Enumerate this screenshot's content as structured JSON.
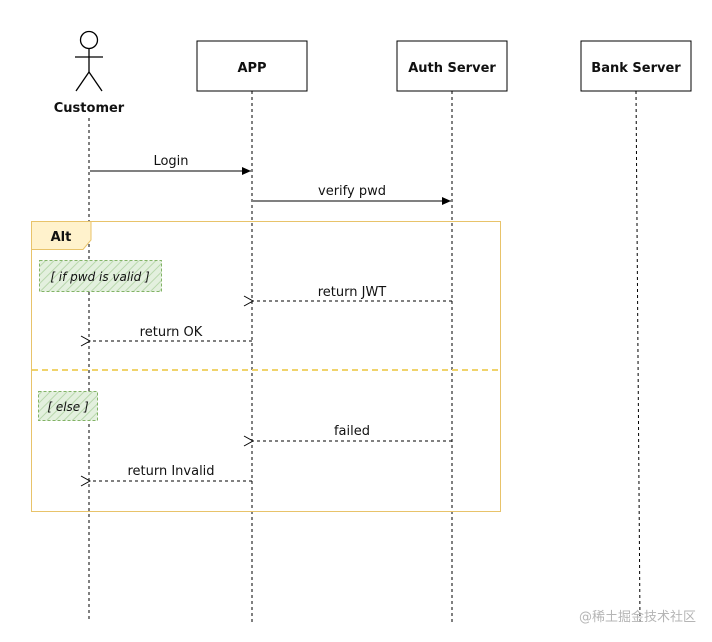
{
  "participants": {
    "customer": "Customer",
    "app": "APP",
    "auth": "Auth Server",
    "bank": "Bank Server"
  },
  "messages": {
    "login": "Login",
    "verify": "verify pwd",
    "return_jwt": "return JWT",
    "return_ok": "return OK",
    "failed": "failed",
    "return_invalid": "return Invalid"
  },
  "fragment": {
    "operator": "Alt",
    "guard_valid": "[ if pwd is valid ]",
    "guard_else": "[ else ]"
  },
  "watermark": "@稀土掘金技术社区",
  "colors": {
    "fragment_border": "#e8c36a",
    "fragment_label_bg": "#fff2cc",
    "guard_border": "#82b366",
    "guard_bg": "#d5e8d4",
    "divider": "#f0d36b"
  }
}
